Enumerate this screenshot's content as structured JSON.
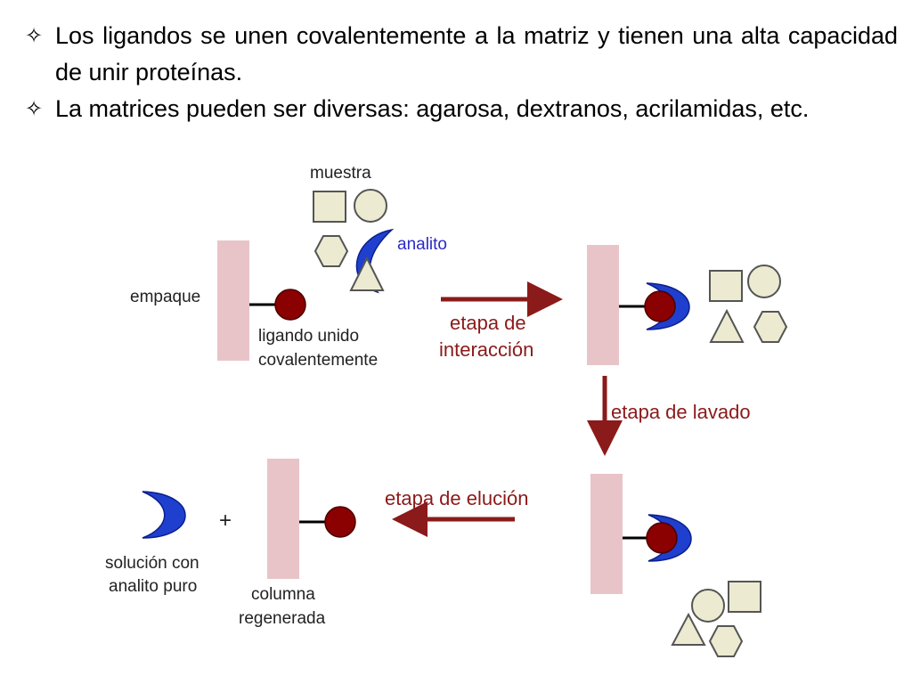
{
  "bullets": [
    {
      "icon": "✧",
      "text": "Los ligandos se unen covalentemente a la matriz y tienen una alta capacidad de unir proteínas."
    },
    {
      "icon": "✧",
      "text": "La matrices pueden ser diversas: agarosa, dextranos, acrilamidas, etc."
    }
  ],
  "diagram": {
    "labels": {
      "muestra": "muestra",
      "analito": "analito",
      "empaque": "empaque",
      "ligando_line1": "ligando unido",
      "ligando_line2": "covalentemente",
      "interaccion_line1": "etapa de",
      "interaccion_line2": "interacción",
      "lavado": "etapa de lavado",
      "elucion": "etapa de elución",
      "plus": "+",
      "solucion_line1": "solución con",
      "solucion_line2": "analito puro",
      "columna_line1": "columna",
      "columna_line2": "regenerada"
    },
    "colors": {
      "column": "#e8c4c8",
      "ligand": "#8b0000",
      "analyte": "#1f3fcf",
      "shape_fill": "#ecebd1",
      "shape_stroke": "#555555",
      "arrow": "#8b1a1a",
      "accent_text": "#8b1a1a",
      "analito_text": "#2a2ac8"
    }
  }
}
